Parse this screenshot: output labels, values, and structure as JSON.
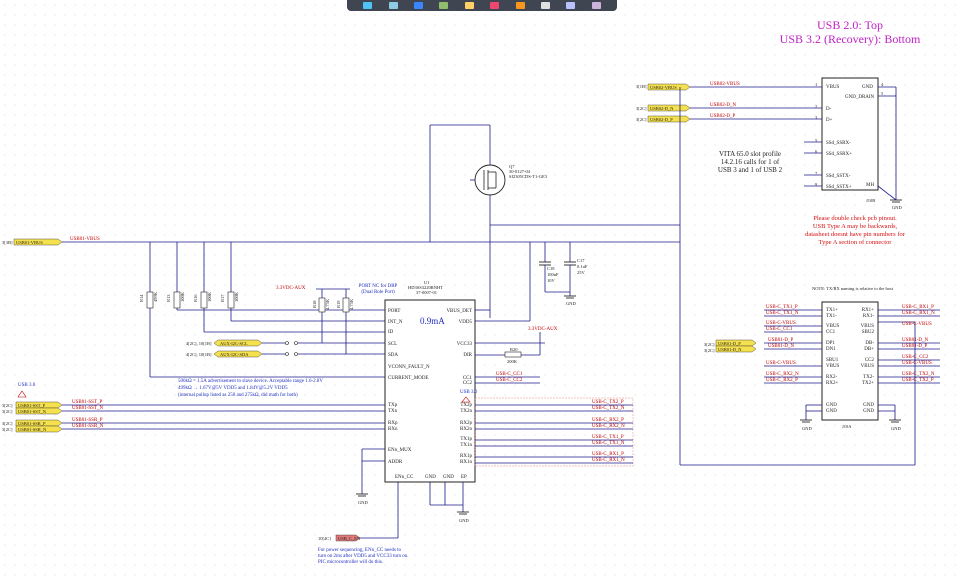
{
  "toolbar": {
    "icons": [
      "cursor-icon",
      "plus-icon",
      "wire-icon",
      "bus-icon",
      "netlabel-icon",
      "power-icon",
      "component-icon",
      "sheet-icon",
      "text-icon",
      "settings-icon"
    ]
  },
  "header": {
    "line1": "USB 2.0: Top",
    "line2": "USB 3.2 (Recovery): Bottom",
    "color": "#c020c8"
  },
  "vita_note": [
    "VITA 65.0 slot profile",
    "14.2.16 calls for 1 of",
    "USB 3 and 1 of USB 2"
  ],
  "warning_note": [
    "Please double check pcb pinout.",
    "USB Type A may be backwards,",
    "datasheet doesnt have pin numbers for",
    "Type A section of connector"
  ],
  "tx_rx_note": "NOTE: TX/RX naming is relative to the host",
  "port_note": [
    "PORT NC for DRP",
    "(Dual Role Port)"
  ],
  "current_note": [
    "500kΩ = 1.5A advertisement to slave device. Acceptable range 1.6-2.8V",
    "499kΩ → 1.67V@5V VDD5 and 1.84V@5.2V VDD5",
    "(internal pullup listed as 250 and 275kΩ, did math for both)"
  ],
  "seq_note": [
    "For power sequencing, ENn_CC needs to",
    "turn on 2ms after VDD5 and VCC33 turn on.",
    "PIC microcontroller will do this."
  ],
  "current_label": "0.9mA",
  "u1": {
    "ref": "U1",
    "part": "HD3SS3220RNHT",
    "pn": "37-0007-01",
    "left_pins": [
      [
        "6",
        "PORT"
      ],
      [
        "2",
        "INT_N"
      ],
      [
        "23",
        "ID"
      ],
      [
        "24",
        "SCL"
      ],
      [
        "25",
        "SDA"
      ],
      [
        "22",
        "VCONN_FAULT_N"
      ],
      [
        "3",
        "CURRENT_MODE"
      ]
    ],
    "left_pins2": [
      [
        "4",
        "TXp"
      ],
      [
        "5",
        "TXn"
      ],
      [
        "7",
        "RXp"
      ],
      [
        "8",
        "RXn"
      ],
      [
        "17",
        "ENn_MUX"
      ],
      [
        "18",
        "ADDR"
      ]
    ],
    "right_pins": [
      [
        "10",
        "VBUS_DET"
      ],
      [
        "20",
        "VDD5"
      ],
      [
        "8",
        "VCC33"
      ],
      [
        "9",
        "DIR"
      ],
      [
        "1",
        "CC1"
      ],
      [
        "2",
        "CC2"
      ],
      [
        "15",
        "TX2p"
      ],
      [
        "16",
        "TX2n"
      ],
      [
        "12",
        "RX2p"
      ],
      [
        "13",
        "RX2n"
      ],
      [
        "17",
        "TX1p"
      ],
      [
        "18",
        "TX1n"
      ],
      [
        "21",
        "RX1p"
      ],
      [
        "24",
        "RX1n"
      ]
    ],
    "bottom_pins": [
      "ENn_CC",
      "GND",
      "GND",
      "EP"
    ]
  },
  "q7": {
    "ref": "Q7",
    "pn": "30-0127-04",
    "part": "SI2305CDS-T1-GE3"
  },
  "j10b": {
    "ref": "J10B",
    "left": [
      [
        "1",
        "VBUS"
      ],
      [
        "2",
        "D-"
      ],
      [
        "3",
        "D+"
      ],
      [
        "5",
        "SSd_SSRX-"
      ],
      [
        "6",
        "SSd_SSRX+"
      ],
      [
        "7",
        "SSd_SSTX-"
      ],
      [
        "9",
        "SSd_SSTX+"
      ]
    ],
    "right": [
      [
        "4",
        "GND"
      ],
      [
        "5",
        "GND_DRAIN"
      ],
      [
        "",
        "MH"
      ]
    ]
  },
  "j10a": {
    "ref": "J10A",
    "left": [
      [
        "A2",
        "TX1+"
      ],
      [
        "A3",
        "TX1-"
      ],
      [
        "A4",
        "VBUS"
      ],
      [
        "A5",
        "CC1"
      ],
      [
        "A6",
        "DP1"
      ],
      [
        "A7",
        "DN1"
      ],
      [
        "A8",
        "SBU1"
      ],
      [
        "A9",
        "VBUS"
      ],
      [
        "A10",
        "RX2-"
      ],
      [
        "A11",
        "RX2+"
      ],
      [
        "A1",
        "GND"
      ],
      [
        "A12",
        "GND"
      ]
    ],
    "right": [
      [
        "B11",
        "RX1+"
      ],
      [
        "B10",
        "RX1-"
      ],
      [
        "B9",
        "VBUS"
      ],
      [
        "B8",
        "SBU2"
      ],
      [
        "B7",
        "DB-"
      ],
      [
        "B6",
        "DB+"
      ],
      [
        "B5",
        "CC2"
      ],
      [
        "B4",
        "VBUS"
      ],
      [
        "B3",
        "TX2-"
      ],
      [
        "B2",
        "TX2+"
      ],
      [
        "B12",
        "GND"
      ],
      [
        "B1",
        "GND"
      ]
    ]
  },
  "net_labels": {
    "usb02_vbus": "USB02-VBUS",
    "usb02_dn": "USB02-D_N",
    "usb02_dp": "USB02-D_P",
    "usb01_vbus": "USB01-VBUS",
    "aux_scl": "AUX-I2C-SCL",
    "aux_sda": "AUX-I2C-SDA",
    "sst_p": "USB01-SST_P",
    "sst_n": "USB01-SST_N",
    "ssr_p": "USB01-SSR_P",
    "ssr_n": "USB01-SSR_N",
    "usb01_dp": "USB01-D_P",
    "usb01_dn": "USB01-D_N",
    "usbc_en": "USB_C_EN"
  },
  "sheet_refs": {
    "usb02_vbus": "3[1B]",
    "usb02_dn": "3[2C]",
    "usb02_dp": "3[2C]",
    "usb01_vbus": "3[3B]",
    "aux": "4[2C], 10[1B]",
    "sst_p": "3[2C]",
    "sst_n": "3[2C]",
    "ssr_p": "3[2C]",
    "ssr_n": "3[2C]",
    "usb01_dp": "3[2C]",
    "usb01_dn": "3[2C]",
    "usbc_en": "10[4C]"
  },
  "power": {
    "aux": "3.3VDC-AUX",
    "usb30": "USB 3.0",
    "gnd": "GND"
  },
  "caps": [
    [
      "C18",
      "100uF",
      "10V"
    ],
    [
      "C17",
      "0.1uF",
      "25V"
    ]
  ],
  "resistors": [
    [
      "R14",
      "499K"
    ],
    [
      "R13",
      "100K"
    ],
    [
      "R16",
      "100K"
    ],
    [
      "R17",
      "100K"
    ],
    [
      "R18",
      "4.75K"
    ],
    [
      "R19",
      "4.75K"
    ],
    [
      "R20",
      "200K"
    ]
  ],
  "connector_nets": {
    "c_tx1_p": "USB-C_TX1_P",
    "c_tx1_n": "USB-C_TX1_N",
    "c_vbus": "USB-C-VBUS",
    "c_cc1": "USB-C_CC1",
    "c_cc2": "USB-C_CC2",
    "c_rx1_p": "USB-C_RX1_P",
    "c_rx1_n": "USB-C_RX1_N",
    "c_tx2_n": "USB-C_TX2_N",
    "c_tx2_p": "USB-C_TX2_P",
    "c_rx2_n": "USB-C_RX2_N",
    "c_rx2_p": "USB-C_RX2_P"
  }
}
